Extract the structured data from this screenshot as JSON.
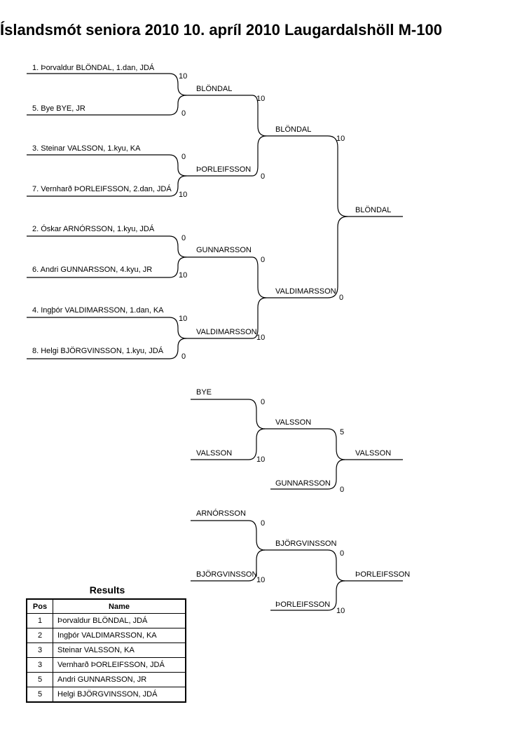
{
  "header": {
    "title": "Íslandsmót seniora 2010  10. apríl 2010  Laugardalshöll   M-100"
  },
  "bracket": {
    "entrants": [
      "1. Þorvaldur  BLÖNDAL, 1.dan, JDÁ",
      "5. Bye BYE, JR",
      "3. Steinar VALSSON, 1.kyu, KA",
      "7. Vernharð ÞORLEIFSSON, 2.dan, JDÁ",
      "2. Óskar  ARNÓRSSON, 1.kyu, JDÁ",
      "6. Andri  GUNNARSSON, 4.kyu, JR",
      "4. Ingþór VALDIMARSSON, 1.dan, KA",
      "8. Helgi BJÖRGVINSSON, 1.kyu, JDÁ"
    ],
    "r1_scores": [
      "10",
      "0",
      "0",
      "10",
      "0",
      "10",
      "10",
      "0"
    ],
    "r2_names": [
      "BLÖNDAL",
      "ÞORLEIFSSON",
      "GUNNARSSON",
      "VALDIMARSSON"
    ],
    "r2_scores": [
      "10",
      "0",
      "0",
      "10"
    ],
    "r3_names": [
      "BLÖNDAL",
      "VALDIMARSSON"
    ],
    "r3_scores": [
      "10",
      "0"
    ],
    "winner": "BLÖNDAL"
  },
  "repechage_a": {
    "entrants": [
      "BYE",
      "VALSSON"
    ],
    "r1_scores": [
      "0",
      "10"
    ],
    "semi_name": "VALSSON",
    "semi_score": "5",
    "opponent": "GUNNARSSON",
    "opponent_score": "0",
    "winner": "VALSSON"
  },
  "repechage_b": {
    "entrants": [
      "ARNÓRSSON",
      "BJÖRGVINSSON"
    ],
    "r1_scores": [
      "0",
      "10"
    ],
    "semi_name": "BJÖRGVINSSON",
    "semi_score": "0",
    "opponent": "ÞORLEIFSSON",
    "opponent_score": "10",
    "winner": "ÞORLEIFSSON"
  },
  "results": {
    "title": "Results",
    "headers": {
      "pos": "Pos",
      "name": "Name"
    },
    "rows": [
      {
        "pos": "1",
        "name": "Þorvaldur  BLÖNDAL, JDÁ"
      },
      {
        "pos": "2",
        "name": "Ingþór VALDIMARSSON, KA"
      },
      {
        "pos": "3",
        "name": "Steinar VALSSON, KA"
      },
      {
        "pos": "3",
        "name": "Vernharð ÞORLEIFSSON, JDÁ"
      },
      {
        "pos": "5",
        "name": "Andri  GUNNARSSON, JR"
      },
      {
        "pos": "5",
        "name": "Helgi BJÖRGVINSSON, JDÁ"
      }
    ]
  }
}
